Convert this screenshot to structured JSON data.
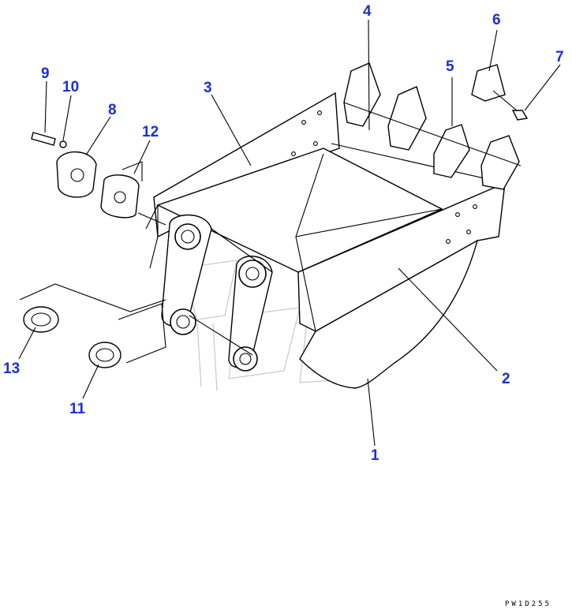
{
  "diagram": {
    "callout_color": "#1a2fd6",
    "line_color": "#000000",
    "callouts": [
      {
        "id": "1",
        "label": "1"
      },
      {
        "id": "2",
        "label": "2"
      },
      {
        "id": "3",
        "label": "3"
      },
      {
        "id": "4",
        "label": "4"
      },
      {
        "id": "5",
        "label": "5"
      },
      {
        "id": "6",
        "label": "6"
      },
      {
        "id": "7",
        "label": "7"
      },
      {
        "id": "8",
        "label": "8"
      },
      {
        "id": "9",
        "label": "9"
      },
      {
        "id": "10",
        "label": "10"
      },
      {
        "id": "11",
        "label": "11"
      },
      {
        "id": "12",
        "label": "12"
      },
      {
        "id": "13",
        "label": "13"
      }
    ],
    "drawing_code": "PW1D255"
  }
}
